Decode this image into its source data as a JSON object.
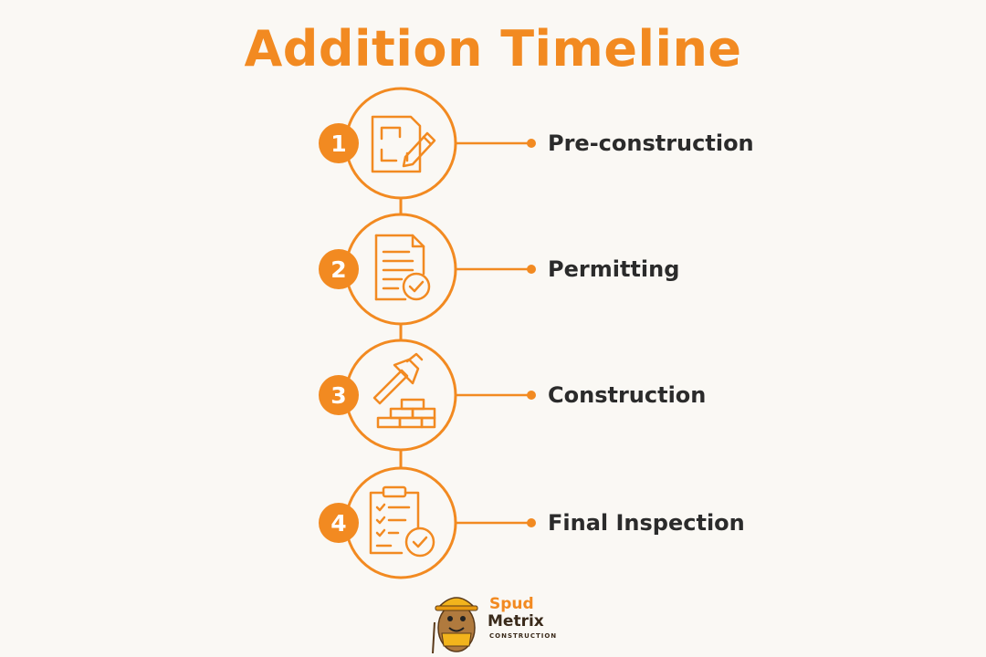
{
  "title": "Addition Timeline",
  "colors": {
    "accent": "#f28a21",
    "text": "#2b2b2b",
    "background": "#faf8f4"
  },
  "steps": [
    {
      "number": "1",
      "label": "Pre-construction",
      "icon": "blueprint-pencil-icon"
    },
    {
      "number": "2",
      "label": "Permitting",
      "icon": "document-check-icon"
    },
    {
      "number": "3",
      "label": "Construction",
      "icon": "hammer-bricks-icon"
    },
    {
      "number": "4",
      "label": "Final Inspection",
      "icon": "clipboard-check-icon"
    }
  ],
  "logo": {
    "line1": "Spud",
    "line2": "Metrix",
    "line3": "CONSTRUCTION"
  }
}
